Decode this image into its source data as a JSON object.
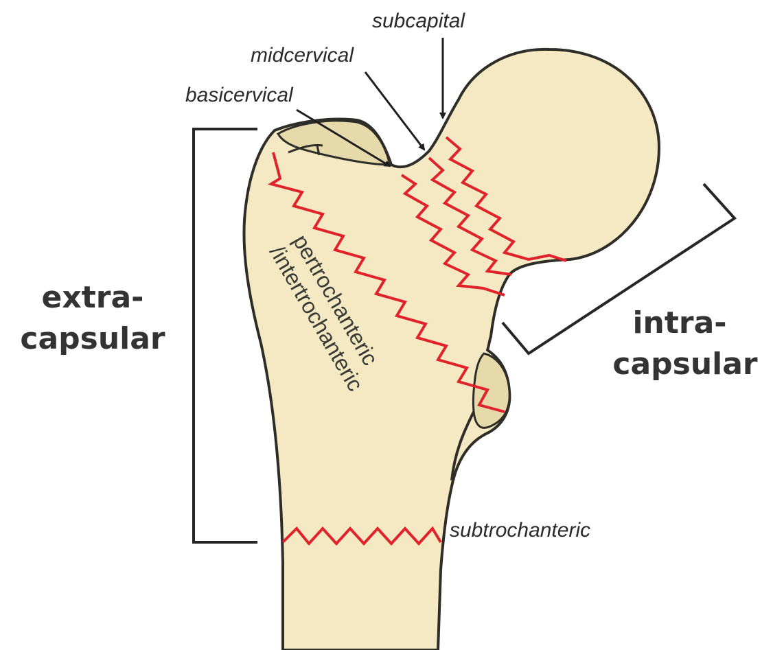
{
  "labels": {
    "subcapital": "subcapital",
    "midcervical": "midcervical",
    "basicervical": "basicervical",
    "pertrochanteric": "pertrochanteric",
    "intertrochanteric": "/intertrochanteric",
    "subtrochanteric": "subtrochanteric",
    "extra_line1": "extra-",
    "extra_line2": "capsular",
    "intra_line1": "intra-",
    "intra_line2": "capsular"
  },
  "colors": {
    "bone_fill": "#f4e9c2",
    "trochanter_fill": "#e6d9aa",
    "outline": "#2e2d28",
    "fracture_line": "#e0222b",
    "bracket": "#262626",
    "arrow": "#1f1f1f"
  }
}
